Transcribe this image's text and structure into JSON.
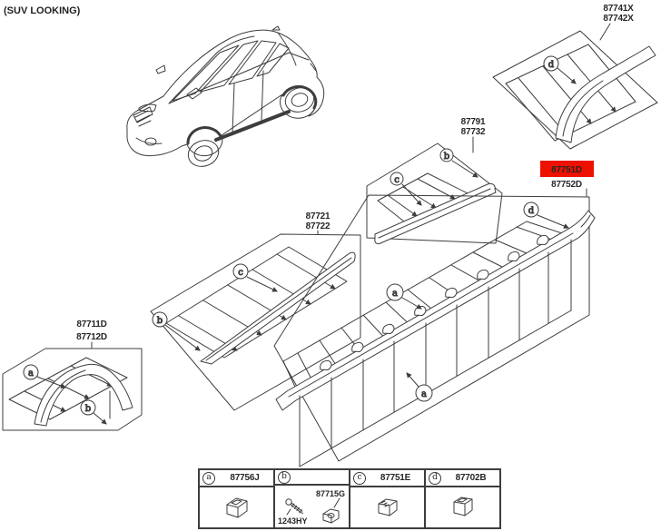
{
  "view_label": "(SUV LOOKING)",
  "colors": {
    "highlight": "#ee1100",
    "line": "#3d3d3d",
    "text": "#262626"
  },
  "parts": {
    "rear_arch": {
      "codes": [
        "87741X",
        "87742X"
      ],
      "callout": "d"
    },
    "quarter_garnish": {
      "codes": [
        "87791",
        "87732"
      ],
      "callout_top": "b",
      "callout_left": "c"
    },
    "side_sill": {
      "codes": [
        "87751D",
        "87752D"
      ],
      "callout_end": "d",
      "callout_mid": "a",
      "callout_low": "a"
    },
    "front_door_garnish": {
      "codes": [
        "87721",
        "87722"
      ],
      "callout_mid": "c",
      "callout_left": "b"
    },
    "front_arch": {
      "codes": [
        "87711D",
        "87712D"
      ],
      "callout_left": "a",
      "callout_mid": "b"
    }
  },
  "legend": {
    "items": [
      {
        "key": "a",
        "code": "87756J"
      },
      {
        "key": "b",
        "code": "",
        "parts": [
          {
            "label": "87715G"
          },
          {
            "label": "1243HY"
          }
        ]
      },
      {
        "key": "c",
        "code": "87751E"
      },
      {
        "key": "d",
        "code": "87702B"
      }
    ]
  }
}
